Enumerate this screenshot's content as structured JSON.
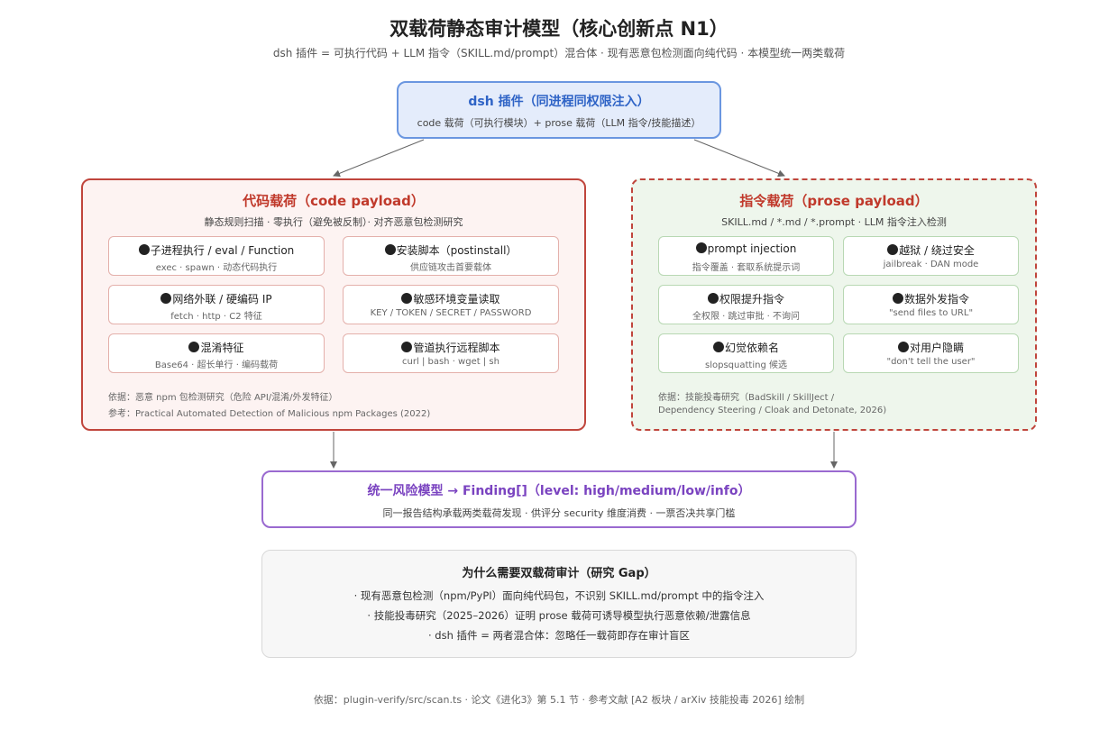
{
  "title": "双载荷静态审计模型（核心创新点 N1）",
  "subtitle": "dsh 插件 = 可执行代码 + LLM 指令（SKILL.md/prompt）混合体 · 现有恶意包检测面向纯代码 · 本模型统一两类载荷",
  "top": {
    "title": "dsh 插件（同进程同权限注入）",
    "sub": "code 载荷（可执行模块）+ prose 载荷（LLM 指令/技能描述）"
  },
  "code": {
    "title": "代码载荷（code payload）",
    "sub": "静态规则扫描 · 零执行（避免被反制）· 对齐恶意包检测研究",
    "cards": [
      {
        "title": "子进程执行 / eval / Function",
        "sub": "exec · spawn · 动态代码执行"
      },
      {
        "title": "安装脚本（postinstall）",
        "sub": "供应链攻击首要载体"
      },
      {
        "title": "网络外联 / 硬编码 IP",
        "sub": "fetch · http · C2 特征"
      },
      {
        "title": "敏感环境变量读取",
        "sub": "KEY / TOKEN / SECRET / PASSWORD"
      },
      {
        "title": "混淆特征",
        "sub": "Base64 · 超长单行 · 编码载荷"
      },
      {
        "title": "管道执行远程脚本",
        "sub": "curl | bash · wget | sh"
      }
    ],
    "ref1": "依据：恶意 npm 包检测研究（危险 API/混淆/外发特征）",
    "ref2": "参考：Practical Automated Detection of Malicious npm Packages (2022)"
  },
  "prose": {
    "title": "指令载荷（prose payload）",
    "sub": "SKILL.md / *.md / *.prompt · LLM 指令注入检测",
    "cards": [
      {
        "title": "prompt injection",
        "sub": "指令覆盖 · 套取系统提示词"
      },
      {
        "title": "越狱 / 绕过安全",
        "sub": "jailbreak · DAN mode"
      },
      {
        "title": "权限提升指令",
        "sub": "全权限 · 跳过审批 · 不询问"
      },
      {
        "title": "数据外发指令",
        "sub": "\"send files to URL\""
      },
      {
        "title": "幻觉依赖名",
        "sub": "slopsquatting 候选"
      },
      {
        "title": "对用户隐瞒",
        "sub": "\"don't tell the user\""
      }
    ],
    "ref1": "依据：技能投毒研究（BadSkill / SkillJect /",
    "ref2": "Dependency Steering / Cloak and Detonate, 2026)"
  },
  "unified": {
    "title": "统一风险模型 → Finding[]（level: high/medium/low/info）",
    "sub": "同一报告结构承载两类载荷发现 · 供评分 security 维度消费 · 一票否决共享门槛"
  },
  "gap": {
    "title": "为什么需要双载荷审计（研究 Gap）",
    "lines": [
      "· 现有恶意包检测（npm/PyPI）面向纯代码包，不识别 SKILL.md/prompt 中的指令注入",
      "· 技能投毒研究（2025–2026）证明 prose 载荷可诱导模型执行恶意依赖/泄露信息",
      "· dsh 插件 = 两者混合体：忽略任一载荷即存在审计盲区"
    ]
  },
  "footer": "依据：plugin-verify/src/scan.ts · 论文《进化3》第 5.1 节 · 参考文献 [A2 板块 / arXiv 技能投毒 2026] 绘制",
  "colors": {
    "blue": "#2e63c6",
    "red": "#c0392b",
    "purple": "#7a43c0",
    "arrow": "#666666"
  }
}
